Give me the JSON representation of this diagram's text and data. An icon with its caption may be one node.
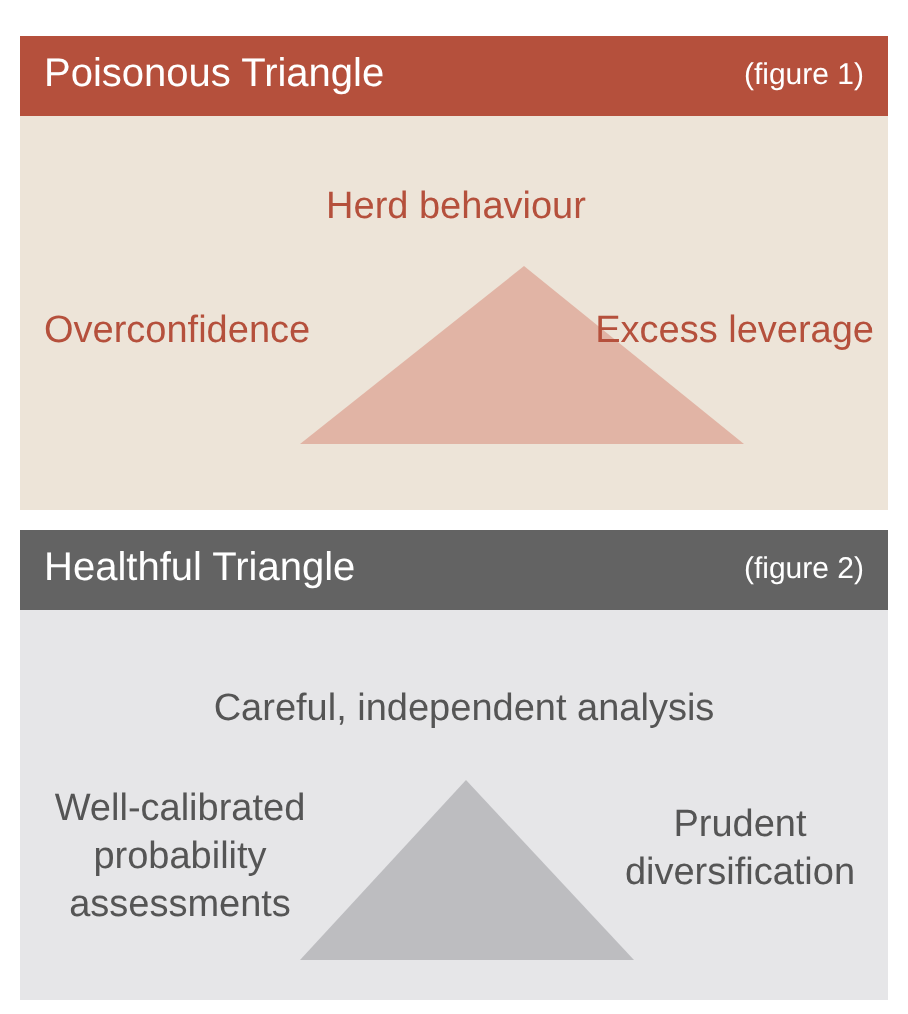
{
  "diagram": {
    "nodes": [
      {
        "text": [
          "Poisonous Triangle",
          "(figure 1)"
        ]
      },
      {
        "text": [],
        "shape": "triangle",
        "in": 0,
        "beside": [
          "Herd behaviour",
          "Overconfidence",
          "Excess leverage"
        ]
      },
      {
        "text": [
          "Healthful Triangle",
          "(figure 2)"
        ]
      },
      {
        "text": [],
        "shape": "triangle",
        "in": 2,
        "beside": [
          "Careful, independent analysis",
          "Well-calibrated probability assessments",
          "Prudent diversification"
        ]
      }
    ],
    "edges": []
  }
}
